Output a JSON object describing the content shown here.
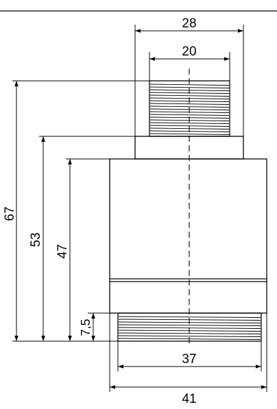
{
  "drawing": {
    "line_color": "#000000",
    "background": "#ffffff",
    "dimensions": {
      "top_width": "28",
      "thread_top_width": "20",
      "total_height": "67",
      "height_53": "53",
      "height_47": "47",
      "thread_bottom_height": "7,5",
      "thread_bottom_width": "37",
      "body_width": "41"
    }
  }
}
